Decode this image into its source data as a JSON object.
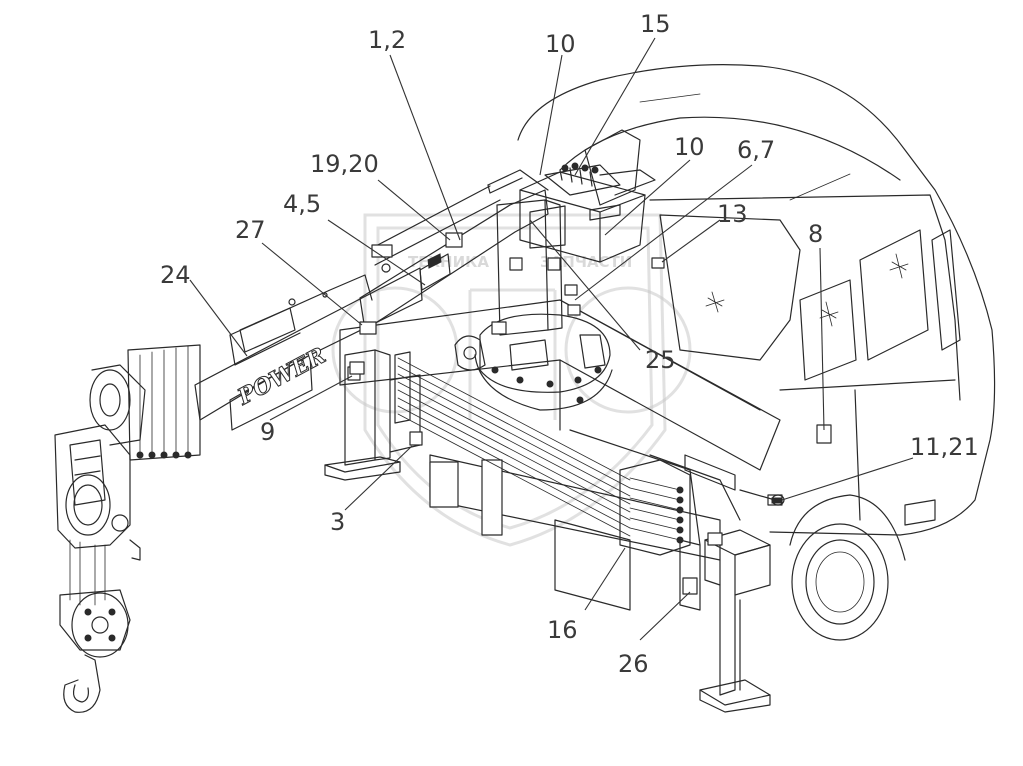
{
  "diagram": {
    "callouts": [
      {
        "id": "c-1-2",
        "text": "1,2"
      },
      {
        "id": "c-10a",
        "text": "10"
      },
      {
        "id": "c-15",
        "text": "15"
      },
      {
        "id": "c-19-20",
        "text": "19,20"
      },
      {
        "id": "c-10b",
        "text": "10"
      },
      {
        "id": "c-6-7",
        "text": "6,7"
      },
      {
        "id": "c-4-5",
        "text": "4,5"
      },
      {
        "id": "c-27",
        "text": "27"
      },
      {
        "id": "c-13",
        "text": "13"
      },
      {
        "id": "c-8",
        "text": "8"
      },
      {
        "id": "c-24",
        "text": "24"
      },
      {
        "id": "c-25",
        "text": "25"
      },
      {
        "id": "c-9",
        "text": "9"
      },
      {
        "id": "c-11-21",
        "text": "11,21"
      },
      {
        "id": "c-3",
        "text": "3"
      },
      {
        "id": "c-16",
        "text": "16"
      },
      {
        "id": "c-26",
        "text": "26"
      }
    ],
    "boom_brand": "POWER",
    "watermark": {
      "line1": "ТЕХНИКА",
      "line2": "ЗАПЧАСТИ"
    }
  }
}
